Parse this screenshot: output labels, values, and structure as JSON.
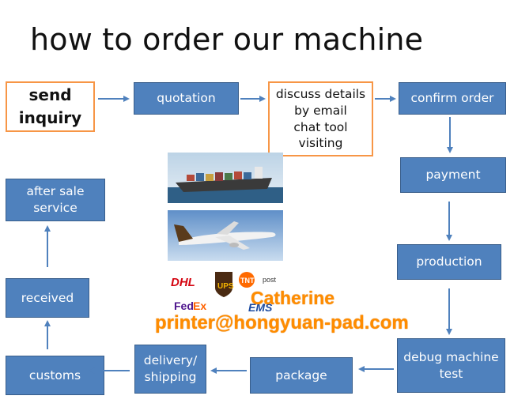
{
  "title": "how to order our machine",
  "steps": {
    "send_inquiry": "send\ninquiry",
    "quotation": "quotation",
    "discuss": "discuss details\nby email\nchat tool\nvisiting",
    "confirm_order": "confirm order",
    "payment": "payment",
    "production": "production",
    "debug_test": "debug machine\ntest",
    "package": "package",
    "delivery": "delivery/\nshipping",
    "customs": "customs",
    "received": "received",
    "after_sale": "after sale\nservice"
  },
  "logos": {
    "dhl": "DHL",
    "ups": "UPS",
    "tnt": "TNT",
    "post": "post",
    "fedex_fed": "Fed",
    "fedex_ex": "Ex",
    "ems": "EMS"
  },
  "contact": {
    "name": "Catherine",
    "email": "printer@hongyuan-pad.com"
  },
  "colors": {
    "box_fill": "#4f81bd",
    "box_border": "#385d8a",
    "highlight_border": "#f79646",
    "arrow": "#4f81bd",
    "contact_text": "#ff8c00"
  }
}
